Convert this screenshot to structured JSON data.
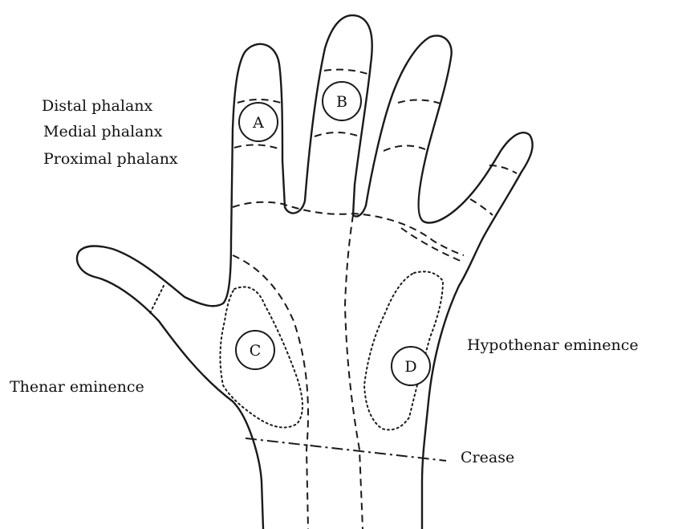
{
  "labels": {
    "distal": "Distal phalanx",
    "medial": "Medial phalanx",
    "proximal": "Proximal phalanx",
    "thenar": "Thenar eminence",
    "hypothenar": "Hypothenar eminence",
    "crease": "Crease"
  },
  "markers": {
    "a": "A",
    "b": "B",
    "c": "C",
    "d": "D"
  }
}
